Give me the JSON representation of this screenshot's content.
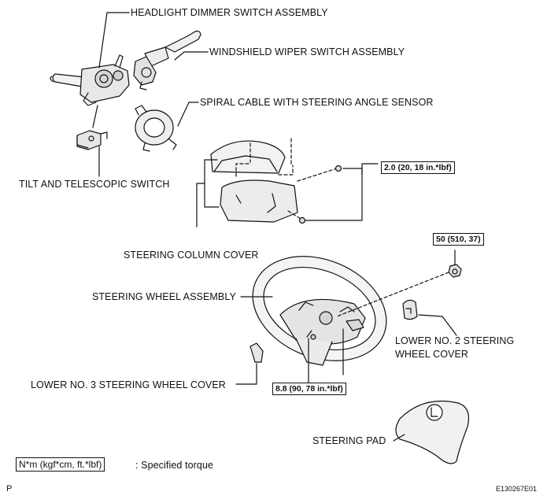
{
  "labels": {
    "headlight": "HEADLIGHT DIMMER SWITCH ASSEMBLY",
    "wiper": "WINDSHIELD WIPER SWITCH ASSEMBLY",
    "spiral": "SPIRAL CABLE WITH STEERING ANGLE SENSOR",
    "tilt": "TILT AND TELESCOPIC SWITCH",
    "column_cover": "STEERING COLUMN COVER",
    "wheel_assembly": "STEERING WHEEL ASSEMBLY",
    "lower_no2_line1": "LOWER NO. 2 STEERING",
    "lower_no2_line2": "WHEEL COVER",
    "lower_no3": "LOWER NO. 3 STEERING WHEEL COVER",
    "steering_pad": "STEERING PAD"
  },
  "torques": {
    "column_screw": "2.0 (20, 18 in.*lbf)",
    "wheel_nut": "50 (510, 37)",
    "lower_cover_screw": "8.8 (90, 78 in.*lbf)"
  },
  "legend": {
    "unit_box": "N*m (kgf*cm, ft.*lbf)",
    "text": ": Specified torque"
  },
  "footer": {
    "left_marker": "P",
    "figure_code": "E130267E01"
  }
}
